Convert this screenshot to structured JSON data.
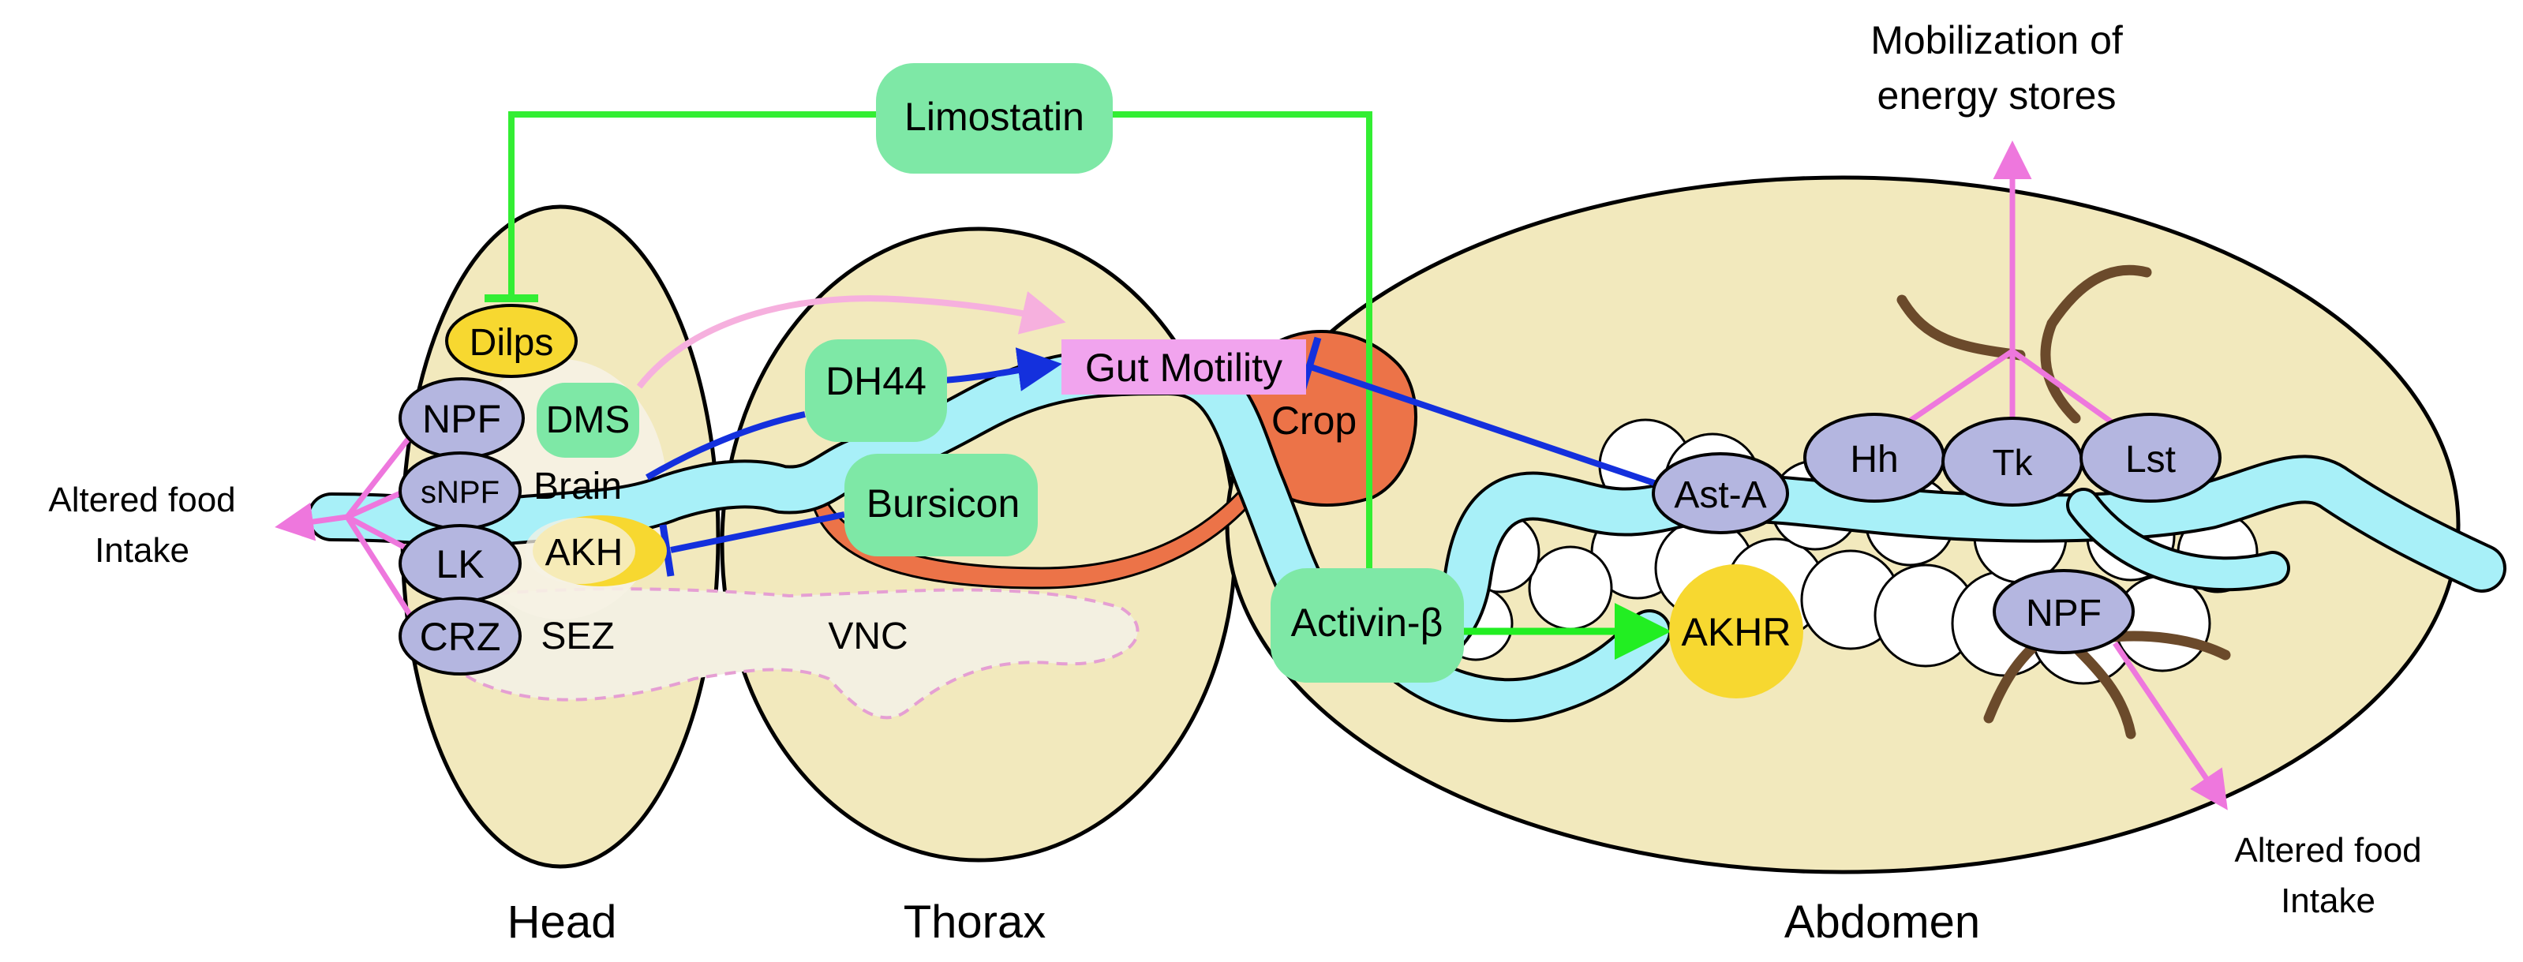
{
  "regions": {
    "head": "Head",
    "thorax": "Thorax",
    "abdomen": "Abdomen"
  },
  "head_nodes": {
    "dilps": "Dilps",
    "npf": "NPF",
    "dms": "DMS",
    "snpf": "sNPF",
    "brain": "Brain",
    "lk": "LK",
    "akh": "AKH",
    "crz": "CRZ",
    "sez": "SEZ"
  },
  "thorax_nodes": {
    "dh44": "DH44",
    "bursicon": "Bursicon",
    "vnc": "VNC"
  },
  "gut_nodes": {
    "limostatin": "Limostatin",
    "gut_motility": "Gut Motility",
    "crop": "Crop",
    "activin": "Activin-β"
  },
  "abdomen_nodes": {
    "ast_a": "Ast-A",
    "akhr": "AKHR",
    "hh": "Hh",
    "tk": "Tk",
    "lst": "Lst",
    "npf": "NPF"
  },
  "outputs": {
    "left_food_line1": "Altered food",
    "left_food_line2": "Intake",
    "mobilization_line1": "Mobilization of",
    "mobilization_line2": "energy stores",
    "right_food_line1": "Altered food",
    "right_food_line2": "Intake"
  },
  "colors": {
    "body_fill": "#f2e9bd",
    "gut": "#a8f0f8",
    "green_node": "#7ee8a6",
    "purple_node": "#b4b6e0",
    "yellow_node": "#f7d830",
    "crop": "#ec7348",
    "motility_box": "#f1a4ee",
    "green_arrow": "#33ee33",
    "blue_arrow": "#1430dd",
    "pink_arrow": "#ee77dd",
    "nerve": "#6b4a2b"
  }
}
